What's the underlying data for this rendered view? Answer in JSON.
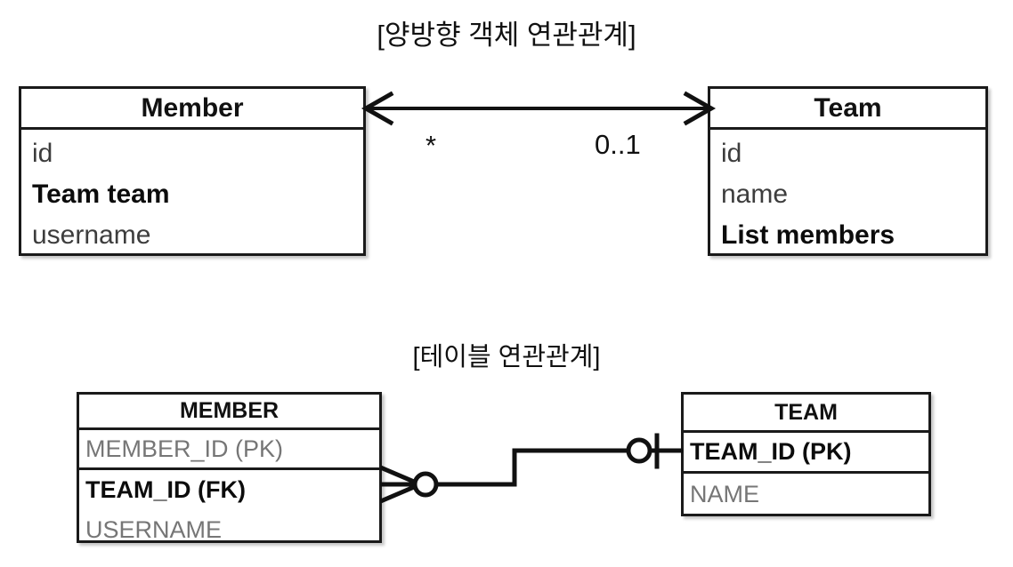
{
  "diagram": {
    "background_color": "#ffffff",
    "line_color": "#1a1a1a",
    "muted_text_color": "#767676"
  },
  "object_section": {
    "title": "[양방향 객체 연관관계]",
    "member_class": {
      "name": "Member",
      "attributes": [
        {
          "label": "id",
          "bold": false
        },
        {
          "label": "Team team",
          "bold": true
        },
        {
          "label": "username",
          "bold": false
        }
      ]
    },
    "team_class": {
      "name": "Team",
      "attributes": [
        {
          "label": "id",
          "bold": false
        },
        {
          "label": "name",
          "bold": false
        },
        {
          "label": "List members",
          "bold": true
        }
      ]
    },
    "association": {
      "icon": "double-headed-arrow-icon",
      "multiplicity_left": "*",
      "multiplicity_right": "0..1"
    }
  },
  "table_section": {
    "title": "[테이블 연관관계]",
    "member_table": {
      "name": "MEMBER",
      "columns": [
        {
          "label": "MEMBER_ID (PK)",
          "bold": false,
          "separator": true
        },
        {
          "label": "TEAM_ID (FK)",
          "bold": true,
          "separator": false
        },
        {
          "label": "USERNAME",
          "bold": false,
          "separator": false
        }
      ]
    },
    "team_table": {
      "name": "TEAM",
      "columns": [
        {
          "label": "TEAM_ID (PK)",
          "bold": true,
          "separator": true
        },
        {
          "label": "NAME",
          "bold": false,
          "separator": false
        }
      ]
    },
    "relationship": {
      "icon": "crows-foot-connector-icon",
      "left_cardinality": "zero-or-many",
      "right_cardinality": "zero-or-one"
    }
  }
}
